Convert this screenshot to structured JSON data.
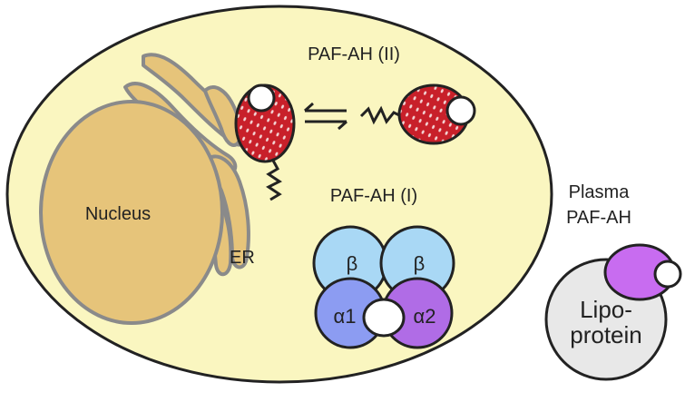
{
  "labels": {
    "nucleus": "Nucleus",
    "er": "ER",
    "paf_ah_ii": "PAF-AH (II)",
    "paf_ah_i": "PAF-AH (I)",
    "plasma_line1": "Plasma",
    "plasma_line2": "PAF-AH",
    "lipoprotein_line1": "Lipo-",
    "lipoprotein_line2": "protein"
  },
  "subunits": {
    "beta_left": "β",
    "beta_right": "β",
    "alpha1": "α1",
    "alpha2": "α2"
  },
  "colors": {
    "cell_fill": "#faf6c0",
    "cell_stroke": "#222222",
    "nucleus_fill": "#e6c47a",
    "organelle_stroke": "#8a8a8a",
    "er_fill": "#e6c47a",
    "enzyme_ii_fill": "#c8202a",
    "beta_fill": "#a9d8f5",
    "alpha1_fill": "#8c9cf2",
    "alpha2_fill": "#b06ce6",
    "plasma_enzyme_fill": "#c86cf0",
    "lipoprotein_fill": "#e8e8e8"
  },
  "icons": {
    "equilibrium": "equilibrium-arrows-icon",
    "membrane_anchor": "zigzag-anchor-icon"
  }
}
